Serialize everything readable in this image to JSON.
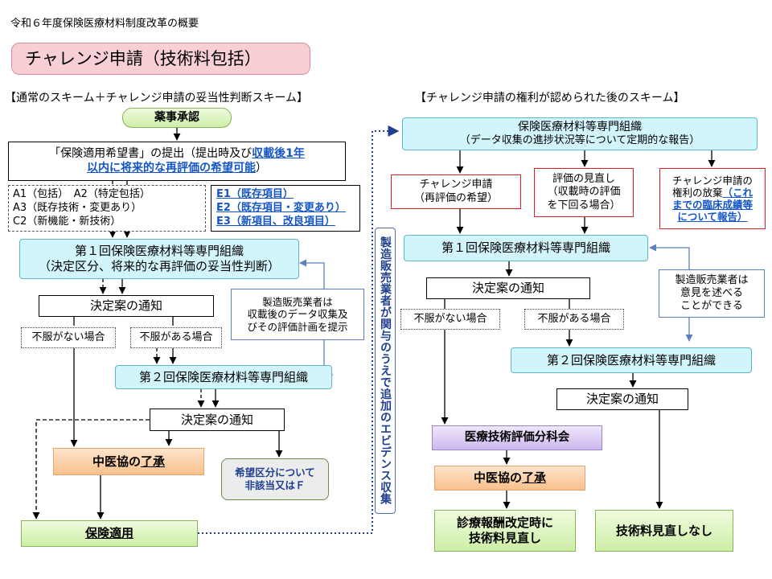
{
  "header": {
    "top_title": "令和６年度保険医療材料制度改革の概要",
    "badge": "チャレンジ申請（技術料包括）"
  },
  "left": {
    "heading": "【通常のスキーム＋チャレンジ申請の妥当性判断スキーム】",
    "approval": "薬事承認",
    "submit_line1_a": "「保険適用希望書」の提出（提出時及び",
    "submit_line1_link": "収載後1年",
    "submit_line2_link": "以内に将来的な再評価の希望可能",
    "submit_line2_b": "）",
    "categories_a": [
      "A1（包括）　A2（特定包括）",
      "A3（既存技術・変更あり）",
      "C2（新機能・新技術）"
    ],
    "categories_e": [
      "E1（既存項目）",
      "E2（既存項目・変更あり）",
      "E3（新項目、改良項目）"
    ],
    "committee1_line1": "第１回保険医療材料等専門組織",
    "committee1_line2": "（決定区分、将来的な再評価の妥当性判断）",
    "notify1": "決定案の通知",
    "no_objection": "不服がない場合",
    "objection": "不服がある場合",
    "maker_note": [
      "製造販売業者は",
      "収載後のデータ収集及",
      "びその評価計画を提示"
    ],
    "committee2": "第２回保険医療材料等専門組織",
    "notify2": "決定案の通知",
    "chuikyo_a": "中医協の",
    "chuikyo_b": "了承",
    "not_applicable": [
      "希望区分について",
      "非該当又はＦ"
    ],
    "insurance": "保険適用"
  },
  "middle_vertical": "製造販売業者が関与のうえで追加のエビデンス収集",
  "right": {
    "heading": "【チャレンジ申請の権利が認められた後のスキーム】",
    "committee_top_line1": "保険医療材料等専門組織",
    "committee_top_line2": "（データ収集の進捗状況等について定期的な報告）",
    "challenge_box": [
      "チャレンジ申請",
      "（再評価の希望）"
    ],
    "review_box": [
      "評価の見直し",
      "（収載時の評価",
      "を下回る場合）"
    ],
    "waive_line1": "チャレンジ申請の",
    "waive_line2_a": "権利の放棄",
    "waive_line2_link": "（これ",
    "waive_line3_link": "までの臨床成績等",
    "waive_line4_link": "について報告）",
    "committee1": "第１回保険医療材料等専門組織",
    "maker_opinion": [
      "製造販売業者は",
      "意見を述べる",
      "ことができる"
    ],
    "notify1": "決定案の通知",
    "no_objection": "不服がない場合",
    "objection": "不服がある場合",
    "committee2": "第２回保険医療材料等専門組織",
    "notify2": "決定案の通知",
    "tech_eval": "医療技術評価分科会",
    "chuikyo_a": "中医協の",
    "chuikyo_b": "了承",
    "revise_line1": "診療報酬改定時に",
    "revise_line2": "技術料見直し",
    "no_revise": "技術料見直しなし"
  }
}
